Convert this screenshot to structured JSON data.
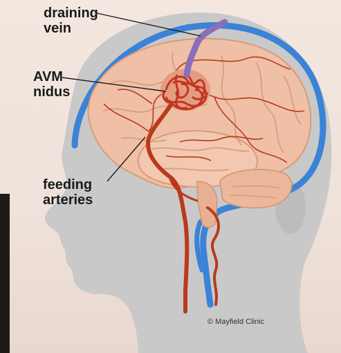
{
  "labels": {
    "draining_vein": "draining\nvein",
    "avm_nidus": "AVM\nnidus",
    "feeding_arteries": "feeding\narteries"
  },
  "credit": "© Mayfield Clinic",
  "colors": {
    "head": "#c9c9c9",
    "brain": "#efc0a6",
    "vein": "#3a83d6",
    "draining_vein": "#8a6fb8",
    "artery": "#b93a1a",
    "nidus": "#c2361f"
  }
}
